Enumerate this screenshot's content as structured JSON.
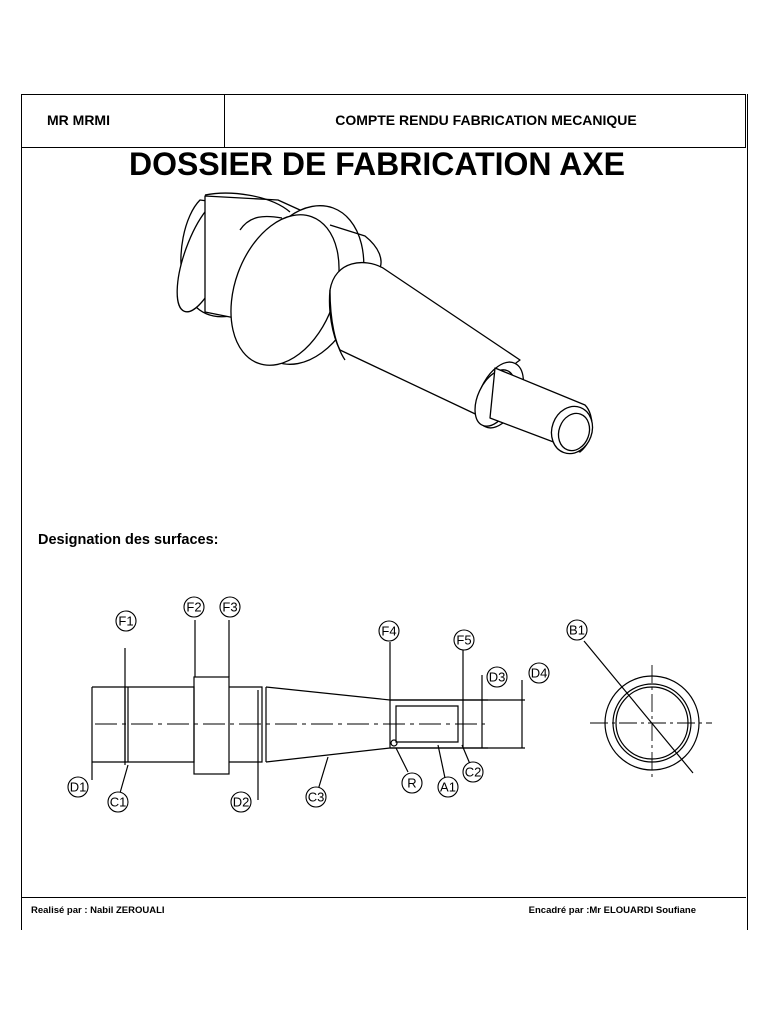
{
  "header": {
    "author": "MR MRMI",
    "report": "COMPTE RENDU FABRICATION MECANIQUE"
  },
  "title": "DOSSIER DE FABRICATION AXE",
  "section": {
    "heading": "Designation des surfaces:"
  },
  "labels": {
    "F1": "F1",
    "F2": "F2",
    "F3": "F3",
    "F4": "F4",
    "F5": "F5",
    "D1": "D1",
    "D2": "D2",
    "D3": "D3",
    "D4": "D4",
    "C1": "C1",
    "C2": "C2",
    "C3": "C3",
    "R": "R",
    "A1": "A1",
    "B1": "B1"
  },
  "footer": {
    "left": "Realisé par : Nabil ZEROUALI",
    "right": "Encadré  par :Mr ELOUARDI Soufiane"
  }
}
